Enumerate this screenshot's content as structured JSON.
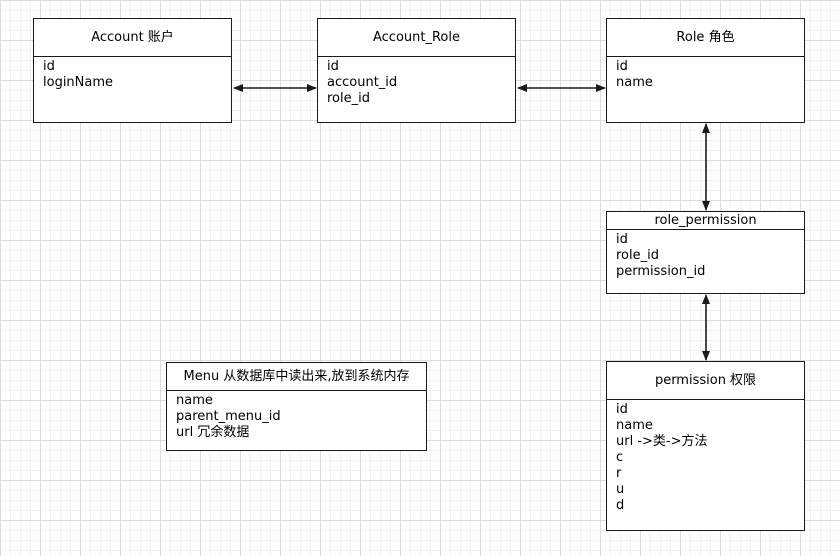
{
  "entities": {
    "account": {
      "title": "Account 账户",
      "fields": [
        "id",
        "loginName"
      ]
    },
    "account_role": {
      "title": "Account_Role",
      "fields": [
        "id",
        "account_id",
        "role_id"
      ]
    },
    "role": {
      "title": "Role 角色",
      "fields": [
        "id",
        "name"
      ]
    },
    "role_permission": {
      "title": "role_permission",
      "fields": [
        "id",
        "role_id",
        "permission_id"
      ]
    },
    "menu": {
      "title": "Menu 从数据库中读出来,放到系统内存",
      "fields": [
        "name",
        "parent_menu_id",
        "url 冗余数据"
      ]
    },
    "permission": {
      "title": "permission  权限",
      "fields": [
        "id",
        "name",
        "url ->类->方法",
        "c",
        "r",
        "u",
        "d"
      ]
    }
  },
  "relations": [
    {
      "from": "account",
      "to": "account_role",
      "direction": "bidirectional"
    },
    {
      "from": "account_role",
      "to": "role",
      "direction": "bidirectional"
    },
    {
      "from": "role",
      "to": "role_permission",
      "direction": "bidirectional"
    },
    {
      "from": "role_permission",
      "to": "permission",
      "direction": "bidirectional"
    }
  ]
}
